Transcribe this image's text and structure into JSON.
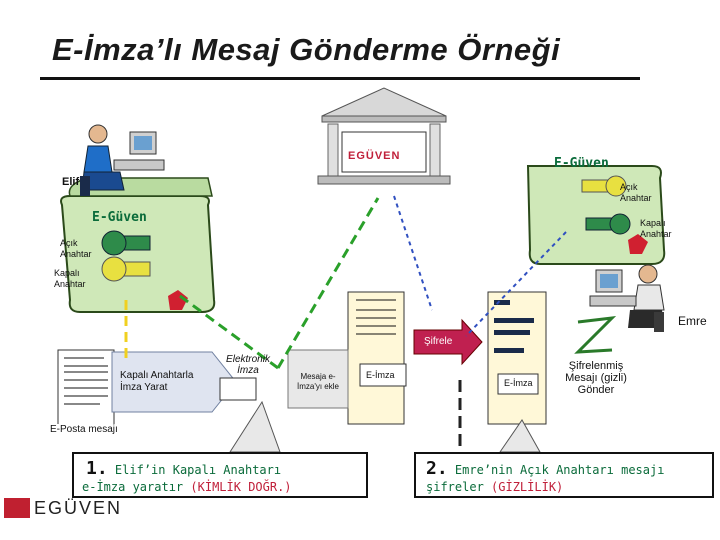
{
  "title": "E-İmza’lı Mesaj Gönderme Örneği",
  "bank_logo": "EGÜVEN",
  "brand_logo": "EGÜVEN",
  "elif": {
    "name": "Elif",
    "scroll_label": "E-Güven",
    "public_key_label": "Açık Anahtar",
    "private_key_label": "Kapalı Anahtar"
  },
  "emre": {
    "name": "Emre",
    "scroll_label": "E-Güven",
    "public_key_label": "Açık Anahtar",
    "private_key_label": "Kapalı Anahtar"
  },
  "flow": {
    "email_label": "E-Posta mesajı",
    "sign_step": "Kapalı Anahtarla İmza Yarat",
    "esig_label": "Elektronik İmza",
    "attach_step": "Mesaja e-İmza'yı ekle",
    "doc_esig_1": "E-İmza",
    "encrypt_label": "Şifrele",
    "doc_esig_2": "E-İmza",
    "send_step": "Şifrelenmiş Mesajı (gizli) Gönder"
  },
  "callout1": {
    "number": "1.",
    "line1": "Elif’in Kapalı Anahtarı",
    "line2_prefix": "e-İmza yaratır",
    "line2_highlight": "(KİMLİK DOĞR.)"
  },
  "callout2": {
    "number": "2.",
    "line1": "Emre’nin Açık Anahtarı mesajı",
    "line2_prefix": "şifreler",
    "line2_highlight": "(GİZLİLİK)"
  },
  "colors": {
    "scroll": "#cfe8b8",
    "scroll_stroke": "#2b4a1a",
    "key_green": "#2e8b4a",
    "key_yellow": "#e8e040",
    "arrow_green": "#2aa02a",
    "arrow_yellow": "#f0d020",
    "arrow_blue": "#3050c0",
    "callout_text": "#0a6b3a",
    "highlight": "#c0203a",
    "encrypt_arrow": "#c02050"
  }
}
